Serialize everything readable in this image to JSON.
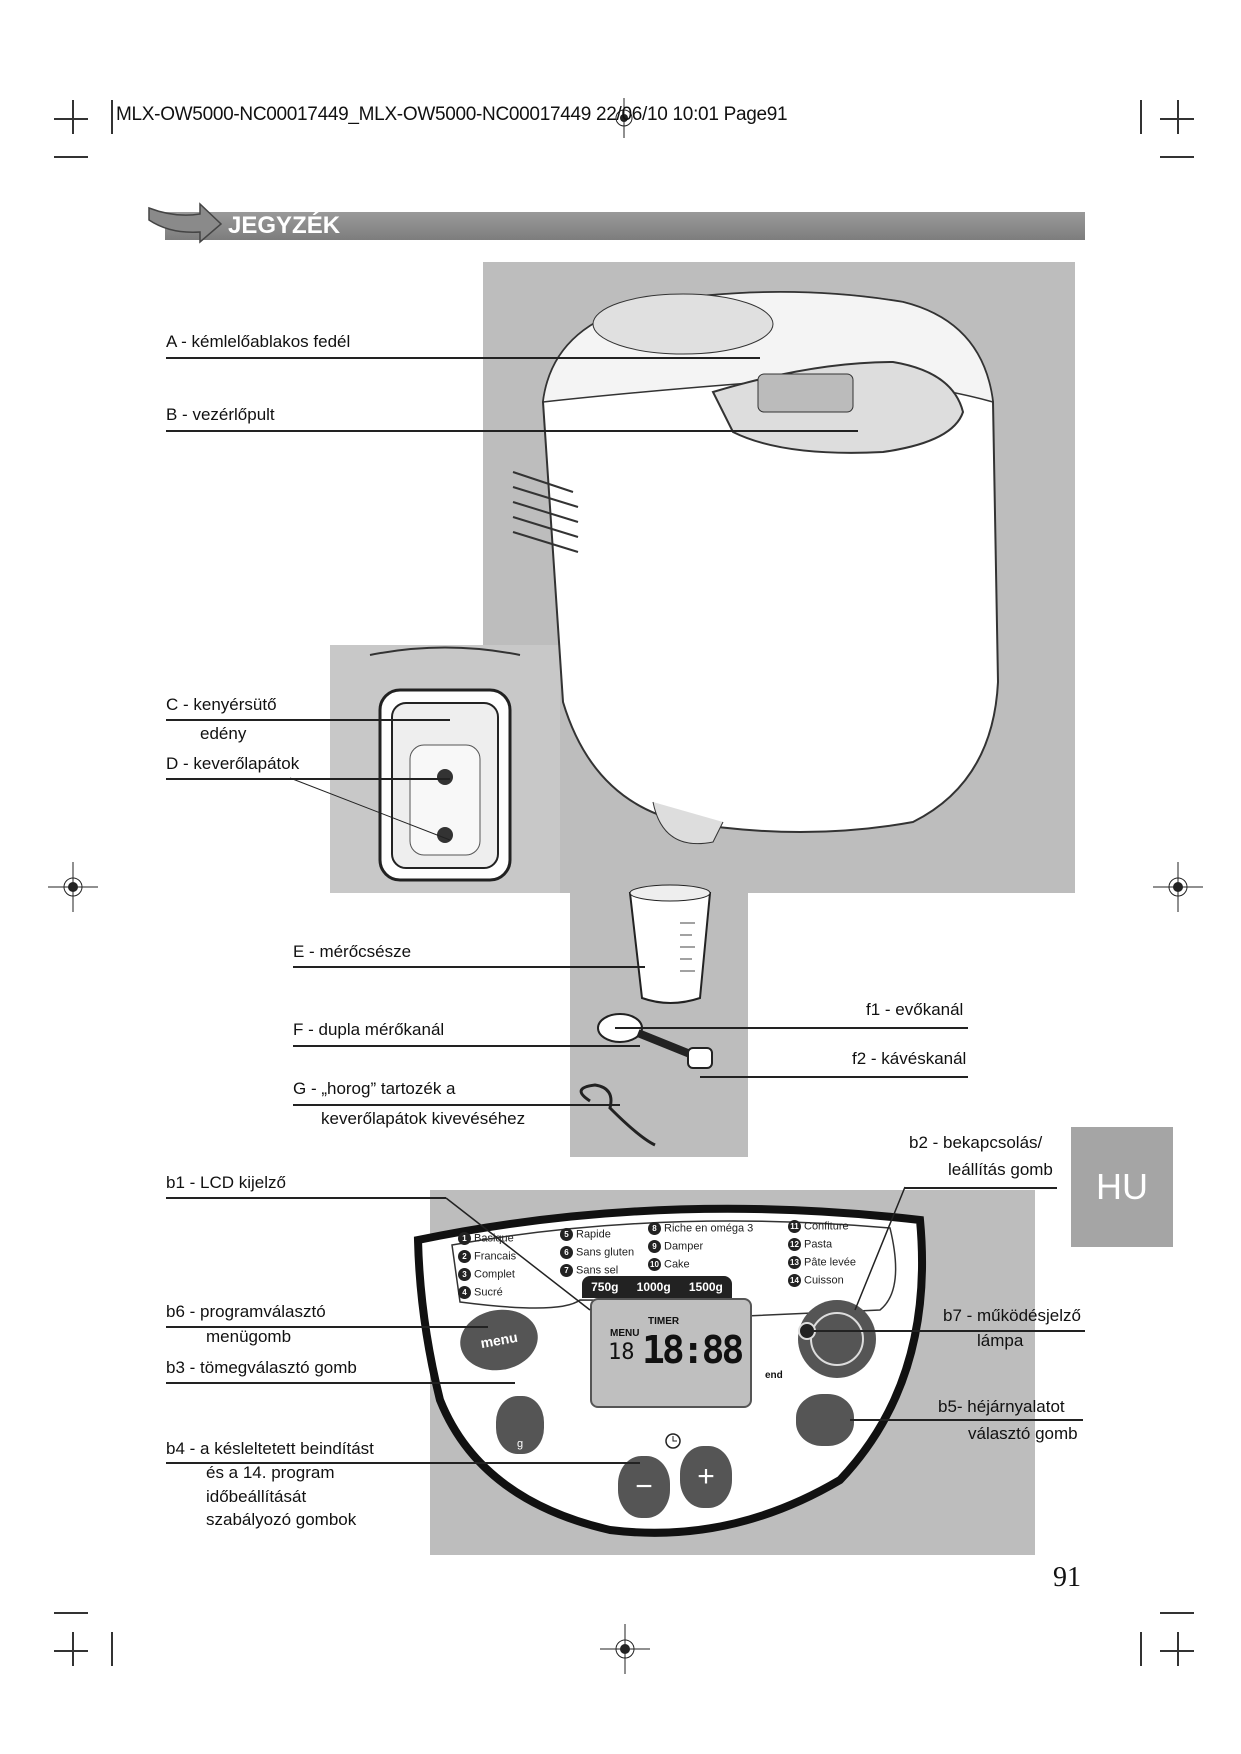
{
  "header": {
    "print_slug": "MLX-OW5000-NC00017449_MLX-OW5000-NC00017449  22/06/10  10:01  Page91"
  },
  "section": {
    "title": "JEGYZÉK",
    "arrow_icon": "arrow-right-icon"
  },
  "labels": {
    "A": "A - kémlelőablakos fedél",
    "B": "B - vezérlőpult",
    "C1": "C - kenyérsütő",
    "C2": "edény",
    "D": "D - keverőlapátok",
    "E": "E - mérőcsésze",
    "F": "F - dupla mérőkanál",
    "f1": "f1 - evőkanál",
    "f2": "f2 - kávéskanál",
    "G1": "G - „horog” tartozék a",
    "G2": "keverőlapátok kivevéséhez",
    "b1": "b1 - LCD kijelző",
    "b2_1": "b2 - bekapcsolás/",
    "b2_2": "leállítás gomb",
    "b6_1": "b6 - programválasztó",
    "b6_2": "menügomb",
    "b7_1": "b7 - működésjelző",
    "b7_2": "lámpa",
    "b3": "b3 - tömegválasztó gomb",
    "b5_1": "b5- héjárnyalatot",
    "b5_2": "választó gomb",
    "b4_1": "b4 - a késleltetett beindítást",
    "b4_2": "és a 14. program",
    "b4_3": "időbeállítását",
    "b4_4": "szabályozó gombok"
  },
  "control_panel": {
    "programs": [
      {
        "n": "1",
        "name": "Basique"
      },
      {
        "n": "2",
        "name": "Francais"
      },
      {
        "n": "3",
        "name": "Complet"
      },
      {
        "n": "4",
        "name": "Sucré"
      },
      {
        "n": "5",
        "name": "Rapide"
      },
      {
        "n": "6",
        "name": "Sans gluten"
      },
      {
        "n": "7",
        "name": "Sans sel"
      },
      {
        "n": "8",
        "name": "Riche en oméga 3"
      },
      {
        "n": "9",
        "name": "Damper"
      },
      {
        "n": "10",
        "name": "Cake"
      },
      {
        "n": "11",
        "name": "Confiture"
      },
      {
        "n": "12",
        "name": "Pasta"
      },
      {
        "n": "13",
        "name": "Pâte levée"
      },
      {
        "n": "14",
        "name": "Cuisson"
      }
    ],
    "weights": [
      "750g",
      "1000g",
      "1500g"
    ],
    "lcd_menu": "MENU",
    "lcd_timer": "TIMER",
    "lcd_digits": "18:88",
    "lcd_prog": "18",
    "lcd_end": "end",
    "menu_button": "menu",
    "weight_button_unit": "g",
    "minus": "−",
    "plus": "+"
  },
  "side_tab": "HU",
  "page_number": "91"
}
